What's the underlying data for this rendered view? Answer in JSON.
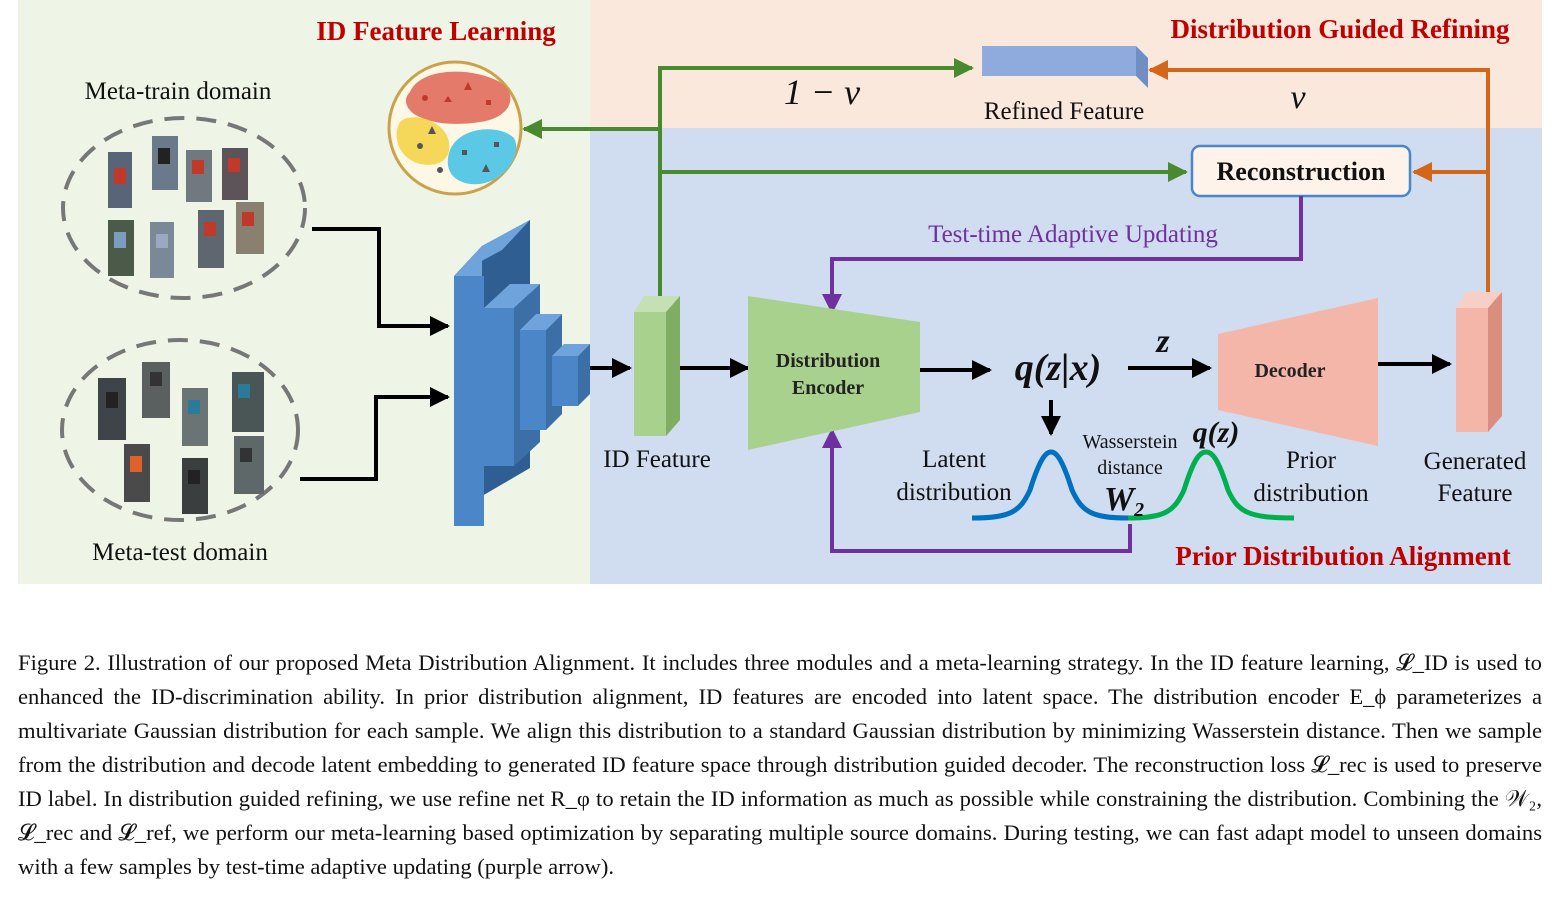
{
  "regions": {
    "id_feature_learning": {
      "title": "ID Feature Learning",
      "color": "#eef4e6"
    },
    "distribution_guided_refining": {
      "title": "Distribution Guided Refining",
      "color": "#fae8dc"
    },
    "prior_distribution_alignment": {
      "title": "Prior Distribution Alignment",
      "color": "#d0dcf0"
    }
  },
  "colors": {
    "title_red": "#c00000",
    "arrow_green": "#4a8a2e",
    "arrow_orange": "#d4661a",
    "arrow_purple": "#7030a0",
    "latent_curve": "#0070c0",
    "prior_curve": "#00b050",
    "feature_green": "#a9d18e",
    "feature_pink": "#f4b6a8",
    "refined_blue": "#8faadc",
    "backbone_blue": "#4a86c8"
  },
  "labels": {
    "meta_train": "Meta-train domain",
    "meta_test": "Meta-test domain",
    "id_feature": "ID Feature",
    "distribution_encoder_line1": "Distribution",
    "distribution_encoder_line2": "Encoder",
    "decoder": "Decoder",
    "generated_feature_line1": "Generated",
    "generated_feature_line2": "Feature",
    "refined_feature": "Refined Feature",
    "reconstruction": "Reconstruction",
    "test_time_adaptive": "Test-time Adaptive Updating",
    "one_minus_v": "1 − v",
    "v": "v",
    "q_z_given_x": "q(z|x)",
    "z": "z",
    "q_z": "q(z)",
    "latent_dist_line1": "Latent",
    "latent_dist_line2": "distribution",
    "wasserstein_line1": "Wasserstein",
    "wasserstein_line2": "distance",
    "w2": "W",
    "w2_sub": "2",
    "prior_dist_line1": "Prior",
    "prior_dist_line2": "distribution"
  },
  "caption": {
    "label": "Figure 2.",
    "text": "Illustration of our proposed Meta Distribution Alignment. It includes three modules and a meta-learning strategy. In the ID feature learning, 𝓛_ID is used to enhanced the ID-discrimination ability. In prior distribution alignment, ID features are encoded into latent space. The distribution encoder E_ϕ parameterizes a multivariate Gaussian distribution for each sample. We align this distribution to a standard Gaussian distribution by minimizing Wasserstein distance. Then we sample from the distribution and decode latent embedding to generated ID feature space through distribution guided decoder. The reconstruction loss 𝓛_rec is used to preserve ID label. In distribution guided refining, we use refine net R_φ to retain the ID information as much as possible while constraining the distribution. Combining the 𝒲₂, 𝓛_rec and 𝓛_ref, we perform our meta-learning based optimization by separating multiple source domains. During testing, we can fast adapt model to unseen domains with a few samples by test-time adaptive updating (purple arrow)."
  }
}
